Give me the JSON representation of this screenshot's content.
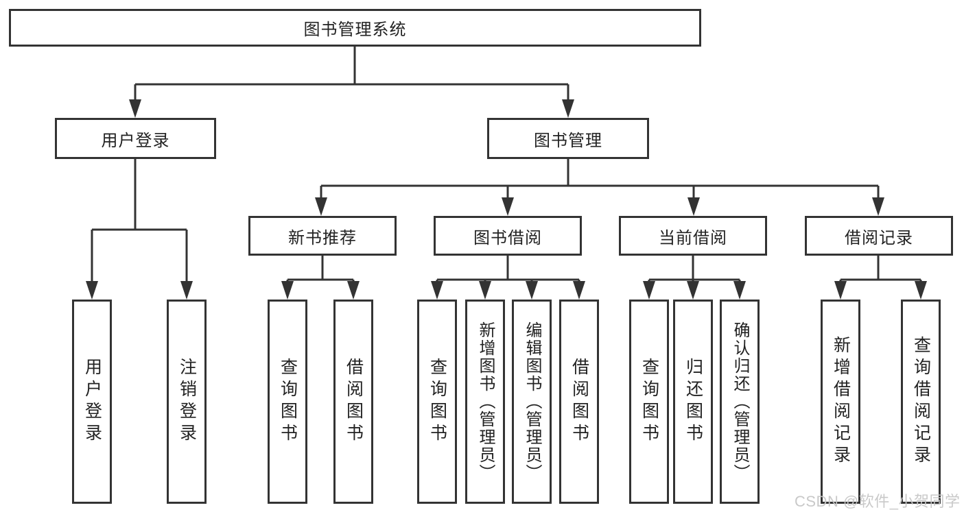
{
  "colors": {
    "line": "#333333",
    "box_border": "#333333",
    "text": "#222222",
    "background": "#ffffff",
    "watermark": "#c6c6c6"
  },
  "tree": {
    "root": "图书管理系统",
    "branches": [
      {
        "label": "用户登录",
        "children": [
          "用户登录",
          "注销登录"
        ]
      },
      {
        "label": "图书管理",
        "children": [
          {
            "label": "新书推荐",
            "children": [
              "查询图书",
              "借阅图书"
            ]
          },
          {
            "label": "图书借阅",
            "children": [
              "查询图书",
              "新增图书（管理员）",
              "编辑图书（管理员）",
              "借阅图书"
            ]
          },
          {
            "label": "当前借阅",
            "children": [
              "查询图书",
              "归还图书",
              "确认归还（管理员）"
            ]
          },
          {
            "label": "借阅记录",
            "children": [
              "新增借阅记录",
              "查询借阅记录"
            ]
          }
        ]
      }
    ]
  },
  "watermark": {
    "text": "CSDN @软件_小贺同学"
  }
}
